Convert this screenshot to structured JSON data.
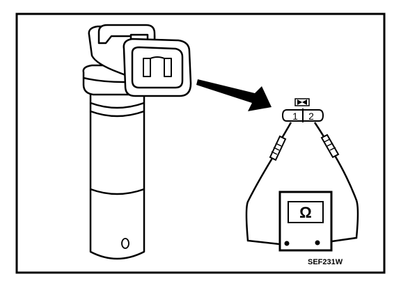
{
  "diagram": {
    "connector_pins": [
      "1",
      "2"
    ],
    "meter_symbol": "Ω",
    "figure_code": "SEF231W"
  },
  "colors": {
    "ink": "#000000",
    "paper": "#ffffff"
  },
  "icons": {
    "sensor": "crankshaft-position-sensor-icon",
    "meter": "ohmmeter-icon",
    "arrow": "pointer-arrow-icon"
  }
}
